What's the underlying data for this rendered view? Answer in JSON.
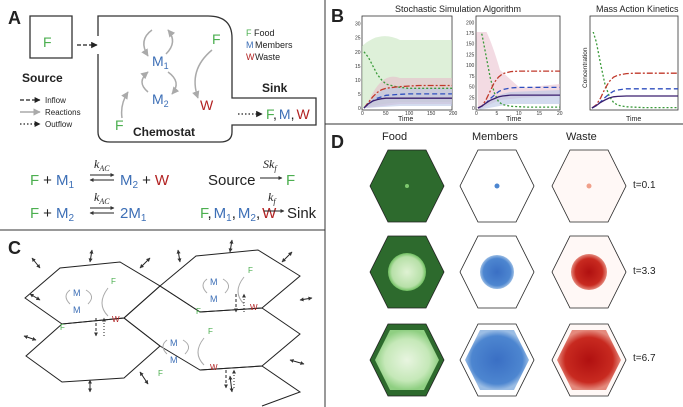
{
  "panels": {
    "a": {
      "letter": "A",
      "source_label": "Source",
      "chemostat_label": "Chemostat",
      "sink_label": "Sink",
      "food_letter": "F",
      "member_letter": "M",
      "waste_letter": "W",
      "sub1": "1",
      "sub2": "2",
      "legend": {
        "food": "Food",
        "members": "Members",
        "waste": "Waste"
      },
      "arrow_legend": {
        "inflow": "Inflow",
        "reactions": "Reactions",
        "outflow": "Outflow"
      },
      "sink_list_sep": ",",
      "equations": {
        "plus": "+",
        "k_ac": "k",
        "k_ac_sub": "AC",
        "two": "2",
        "source": "Source",
        "sink": "Sink",
        "s_k": "Sk",
        "s_k_sub": "f",
        "k_f": "k",
        "k_f_sub": "f"
      }
    },
    "b": {
      "letter": "B",
      "ssa_title": "Stochastic Simulation Algorithm",
      "mak_title": "Mass Action Kinetics",
      "time_label": "Time",
      "concentration_label": "Concentration"
    },
    "c": {
      "letter": "C"
    },
    "d": {
      "letter": "D",
      "columns": [
        "Food",
        "Members",
        "Waste"
      ],
      "rows": [
        "t=0.1",
        "t=3.3",
        "t=6.7"
      ]
    }
  },
  "colors": {
    "food": "#4caf50",
    "members": "#3d6fb6",
    "waste": "#b22222",
    "food_dark": "#2d6a2d"
  },
  "chart_data": [
    {
      "type": "line",
      "title": "Stochastic Simulation Algorithm",
      "xlabel": "Time",
      "ylabel": "",
      "xlim": [
        0,
        200
      ],
      "ylim": [
        0,
        32
      ],
      "xticks": [
        0,
        50,
        100,
        150,
        200
      ],
      "yticks": [
        0,
        5,
        10,
        15,
        20,
        25,
        30
      ],
      "x": [
        0,
        10,
        20,
        30,
        40,
        50,
        75,
        100,
        125,
        150,
        175,
        200
      ],
      "series": [
        {
          "color": "green",
          "values": [
            20,
            18,
            15,
            12,
            10,
            8.5,
            7.5,
            7,
            7,
            7,
            7,
            7
          ]
        },
        {
          "color": "red",
          "values": [
            0,
            2,
            4,
            5.5,
            6.5,
            7,
            7.5,
            7.8,
            8,
            8,
            8,
            8
          ]
        },
        {
          "color": "blue",
          "values": [
            0,
            1.5,
            2.5,
            3.5,
            4,
            4.5,
            4.8,
            5,
            5,
            5,
            5,
            5
          ]
        },
        {
          "color": "purple",
          "values": [
            0,
            1.5,
            2.5,
            3,
            3.3,
            3.5,
            3.5,
            3.5,
            3.5,
            3.5,
            3.5,
            3.5
          ]
        }
      ]
    },
    {
      "type": "line",
      "title": "",
      "xlabel": "Time",
      "ylabel": "",
      "xlim": [
        0,
        20
      ],
      "ylim": [
        0,
        210
      ],
      "xticks": [
        0,
        5,
        10,
        15,
        20
      ],
      "yticks": [
        0,
        25,
        50,
        75,
        100,
        125,
        150,
        175,
        200
      ],
      "x": [
        0,
        1,
        2,
        3,
        4,
        5,
        6,
        8,
        10,
        12,
        15,
        20
      ],
      "series": [
        {
          "color": "green",
          "values": [
            200,
            170,
            120,
            70,
            35,
            15,
            8,
            4,
            3,
            2,
            2,
            2
          ]
        },
        {
          "color": "red",
          "values": [
            0,
            5,
            20,
            40,
            60,
            72,
            80,
            85,
            86,
            86,
            86,
            86
          ]
        },
        {
          "color": "blue",
          "values": [
            0,
            5,
            12,
            22,
            30,
            38,
            43,
            47,
            48,
            48,
            48,
            48
          ]
        },
        {
          "color": "purple",
          "values": [
            0,
            5,
            12,
            18,
            22,
            26,
            28,
            30,
            30,
            30,
            30,
            30
          ]
        }
      ]
    },
    {
      "type": "line",
      "title": "Mass Action Kinetics",
      "xlabel": "Time",
      "ylabel": "Concentration",
      "x": [
        0,
        1,
        2,
        3,
        4,
        5,
        6,
        8,
        10,
        12,
        15,
        20
      ],
      "series": [
        {
          "color": "green",
          "values": [
            200,
            165,
            110,
            60,
            30,
            14,
            7,
            3,
            2,
            1,
            1,
            1
          ]
        },
        {
          "color": "red",
          "values": [
            0,
            8,
            25,
            48,
            66,
            77,
            82,
            86,
            87,
            87,
            87,
            87
          ]
        },
        {
          "color": "blue",
          "values": [
            0,
            6,
            15,
            26,
            35,
            42,
            45,
            48,
            48,
            48,
            48,
            48
          ]
        },
        {
          "color": "purple",
          "values": [
            0,
            6,
            14,
            20,
            25,
            28,
            29,
            30,
            30,
            30,
            30,
            30
          ]
        }
      ]
    }
  ]
}
